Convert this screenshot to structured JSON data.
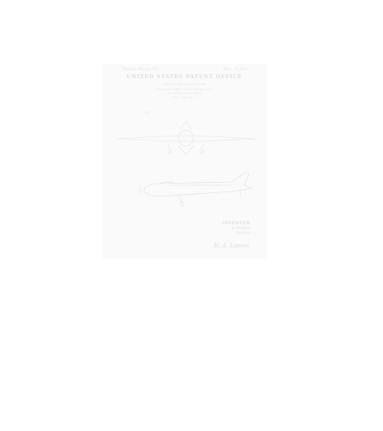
{
  "sheet": {
    "header_left": "Design Patent No.",
    "header_right": "Des. 18,000",
    "office_title": "UNITED STATES PATENT OFFICE",
    "caption_lines": [
      "DESIGN FOR AN AIRPLANE",
      "Filed in the office of the Commissioner",
      "Specification and Claim",
      "Fig. 1 and Fig. 2"
    ],
    "figure_label": "Fig. 1",
    "inventor_label": "INVENTOR",
    "inventor_name": "D. Douglas",
    "attorney_line": "Attorney",
    "signature": "H. A. Lyman"
  }
}
